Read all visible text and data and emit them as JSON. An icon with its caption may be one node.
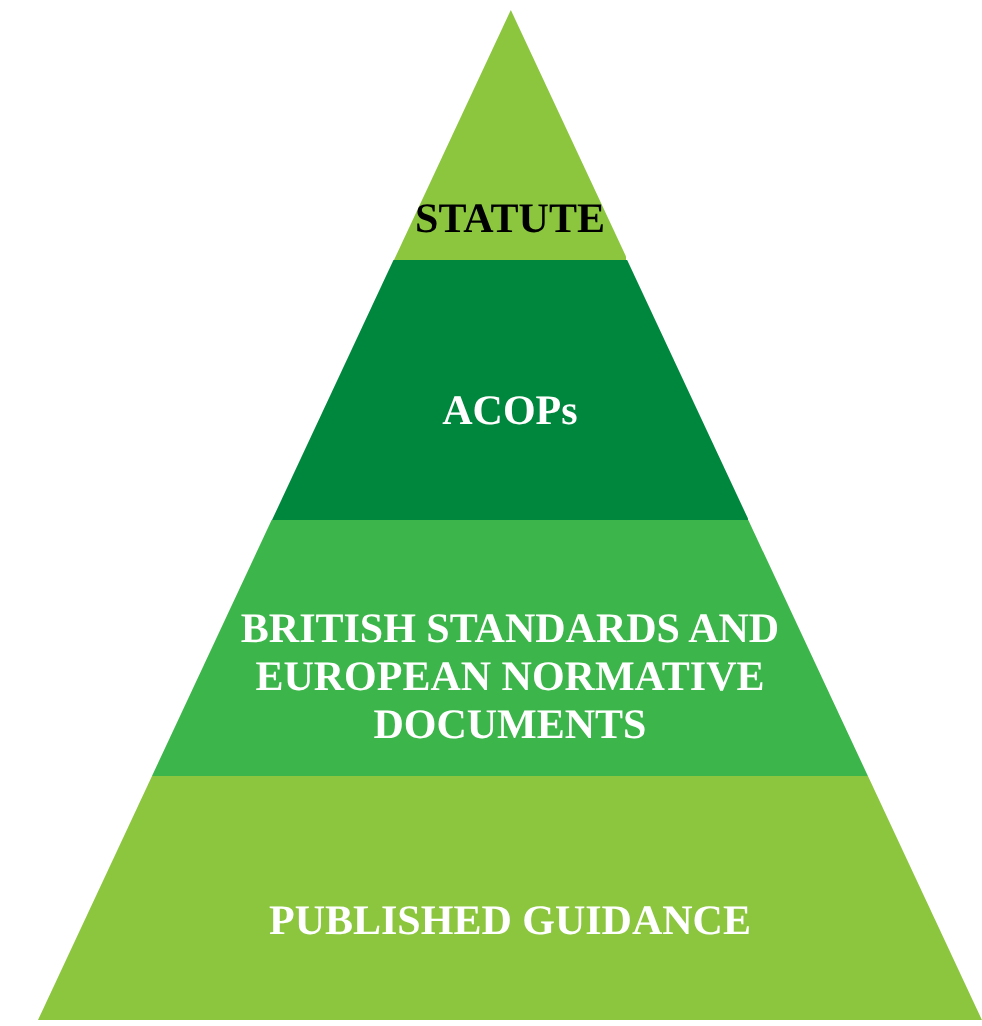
{
  "diagram": {
    "nodes": [
      {
        "text": [
          "STATUTE"
        ]
      },
      {
        "text": [
          "ACOPs"
        ]
      },
      {
        "text": [
          "BRITISH STANDARDS AND EUROPEAN NORMATIVE DOCUMENTS"
        ]
      },
      {
        "text": [
          "PUBLISHED GUIDANCE"
        ]
      }
    ]
  }
}
